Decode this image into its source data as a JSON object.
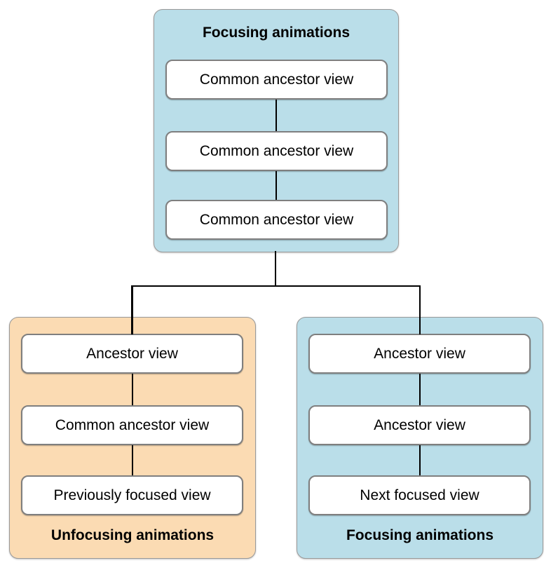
{
  "groups": {
    "top": {
      "title": "Focusing animations",
      "nodes": [
        "Common ancestor view",
        "Common ancestor view",
        "Common ancestor view"
      ]
    },
    "left": {
      "title": "Unfocusing animations",
      "nodes": [
        "Ancestor view",
        "Common ancestor view",
        "Previously focused view"
      ]
    },
    "right": {
      "title": "Focusing animations",
      "nodes": [
        "Ancestor view",
        "Ancestor view",
        "Next focused view"
      ]
    }
  },
  "colors": {
    "group_blue": "#BADEE9",
    "group_orange": "#FBDBB3",
    "node_fill": "#FFFFFF",
    "node_border": "#7F7F7F",
    "group_border": "#999999",
    "connector": "#000000",
    "text": "#000000"
  }
}
